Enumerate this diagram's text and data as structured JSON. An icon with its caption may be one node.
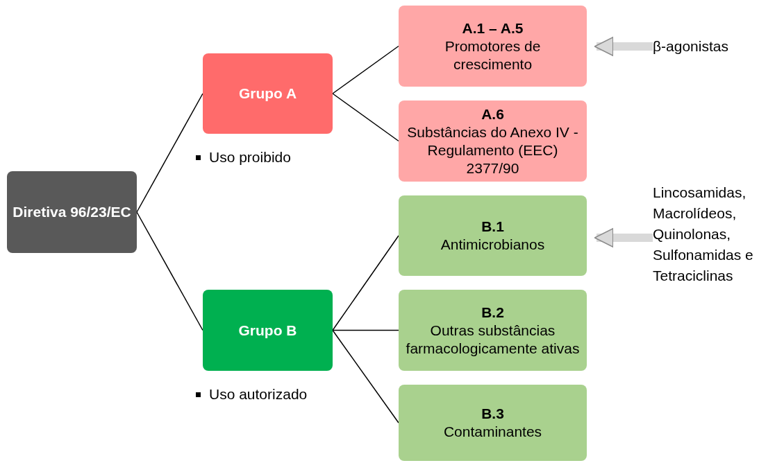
{
  "diagram": {
    "nodes": [
      {
        "text": [
          "Diretiva 96/23/EC"
        ]
      },
      {
        "text": [
          "Grupo A"
        ],
        "beside": [
          "Uso proibido"
        ]
      },
      {
        "text": [
          "Grupo B"
        ],
        "beside": [
          "Uso autorizado"
        ]
      },
      {
        "text": [
          "A.1 – A.5",
          "Promotores de crescimento"
        ]
      },
      {
        "text": [
          "A.6",
          "Substâncias do Anexo IV - Regulamento (EEC) 2377/90"
        ]
      },
      {
        "text": [
          "B.1",
          "Antimicrobianos"
        ]
      },
      {
        "text": [
          "B.2",
          "Outras substâncias farmacologicamente ativas"
        ]
      },
      {
        "text": [
          "B.3",
          "Contaminantes"
        ]
      },
      {
        "text": [
          "β-agonistas"
        ]
      },
      {
        "text": [
          "Lincosamidas, Macrolídeos, Quinolonas, Sulfonamidas e Tetraciclinas"
        ]
      }
    ],
    "edges": [
      {
        "from": 0,
        "to": 1,
        "arrow": "none"
      },
      {
        "from": 0,
        "to": 2,
        "arrow": "none"
      },
      {
        "from": 1,
        "to": 3,
        "arrow": "none"
      },
      {
        "from": 1,
        "to": 4,
        "arrow": "none"
      },
      {
        "from": 2,
        "to": 5,
        "arrow": "none"
      },
      {
        "from": 2,
        "to": 6,
        "arrow": "none"
      },
      {
        "from": 2,
        "to": 7,
        "arrow": "none"
      },
      {
        "from": 8,
        "to": 3,
        "arrow": "to",
        "style": "thick",
        "color": "#d9d9d9"
      },
      {
        "from": 9,
        "to": 5,
        "arrow": "to",
        "style": "thick",
        "color": "#d9d9d9"
      }
    ]
  }
}
